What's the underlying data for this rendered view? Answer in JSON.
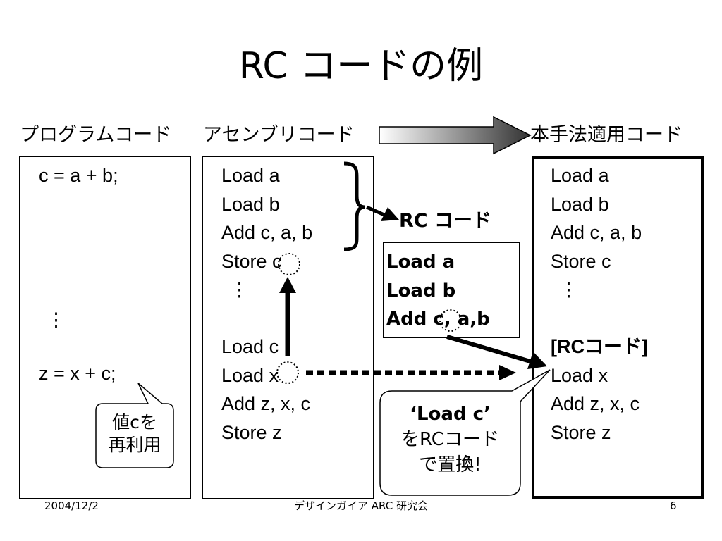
{
  "title": "RC コードの例",
  "columns": {
    "program": {
      "heading": "プログラムコード",
      "lines": [
        "c = a + b;",
        "⋮",
        "z = x + c;"
      ]
    },
    "assembly": {
      "heading": "アセンブリコード",
      "lines": [
        "Load a",
        "Load b",
        "Add c, a, b",
        "Store c",
        "⋮",
        "Load c",
        "Load x",
        "Add z, x, c",
        "Store z"
      ]
    },
    "applied": {
      "heading": "本手法適用コード",
      "lines": [
        "Load a",
        "Load b",
        "Add c, a, b",
        "Store c",
        "⋮",
        "[RCコード]",
        "Load x",
        "Add z, x, c",
        "Store z"
      ]
    }
  },
  "rc_label": "RC コード",
  "rc_box": {
    "lines": [
      "Load a",
      "Load b",
      "Add c, a,b"
    ]
  },
  "callout_reuse": {
    "line1": "値cを",
    "line2": "再利用"
  },
  "callout_replace": {
    "line1": "‘Load c’",
    "line2": "をRCコード",
    "line3": "で置換!"
  },
  "footer": {
    "date": "2004/12/2",
    "center": "デザインガイア ARC 研究会",
    "page": "6"
  }
}
